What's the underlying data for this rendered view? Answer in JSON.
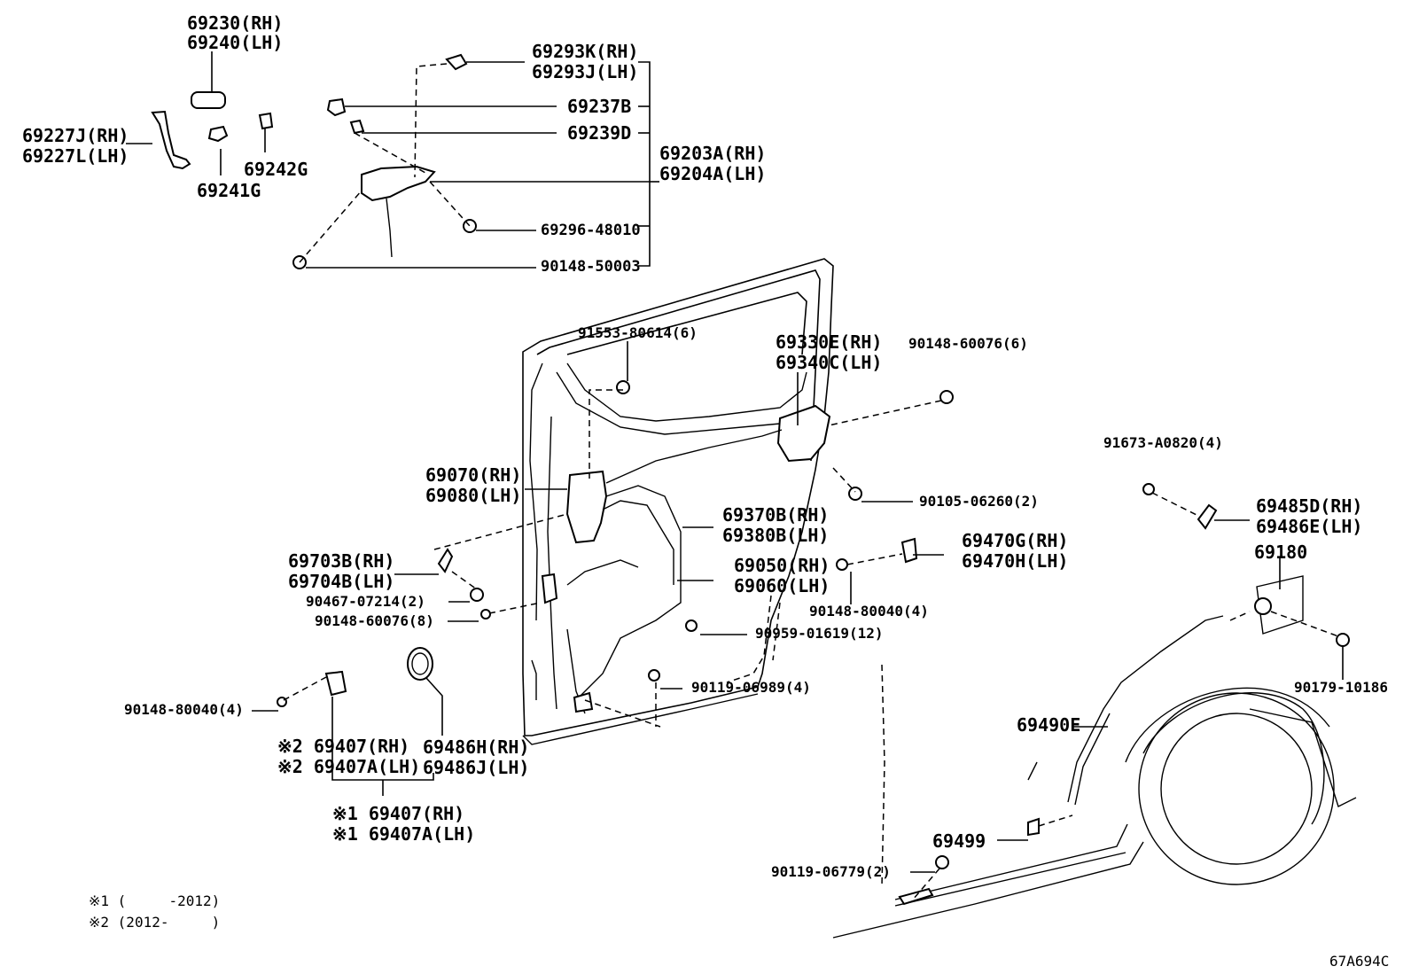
{
  "labels": {
    "p69230": "69230(RH)",
    "p69240": "69240(LH)",
    "p69293K": "69293K(RH)",
    "p69293J": "69293J(LH)",
    "p69237B": "69237B",
    "p69239D": "69239D",
    "p69203A": "69203A(RH)",
    "p69204A": "69204A(LH)",
    "p69227J": "69227J(RH)",
    "p69227L": "69227L(LH)",
    "p69242G": "69242G",
    "p69241G": "69241G",
    "p69296": "69296-48010",
    "p90148_50003": "90148-50003",
    "p91553": "91553-80614(6)",
    "p69330E": "69330E(RH)",
    "p69340C": "69340C(LH)",
    "p90148_60076_6": "90148-60076(6)",
    "p91673": "91673-A0820(4)",
    "p69070": "69070(RH)",
    "p69080": "69080(LH)",
    "p90105": "90105-06260(2)",
    "p69485D": "69485D(RH)",
    "p69486E": "69486E(LH)",
    "p69370B": "69370B(RH)",
    "p69380B": "69380B(LH)",
    "p69180": "69180",
    "p69703B": "69703B(RH)",
    "p69704B": "69704B(LH)",
    "p69050": "69050(RH)",
    "p69060": "69060(LH)",
    "p69470G": "69470G(RH)",
    "p69470H": "69470H(LH)",
    "p90467": "90467-07214(2)",
    "p90148_60076_8": "90148-60076(8)",
    "p90148_80040_a": "90148-80040(4)",
    "p90959": "90959-01619(12)",
    "p90179": "90179-10186",
    "p90119_06989": "90119-06989(4)",
    "p90148_80040_b": "90148-80040(4)",
    "p69490E": "69490E",
    "p69407_rh2": "※2 69407(RH)",
    "p69407A_lh2": "※2 69407A(LH)",
    "p69486H": "69486H(RH)",
    "p69486J": "69486J(LH)",
    "p69407_rh1": "※1 69407(RH)",
    "p69407A_lh1": "※1 69407A(LH)",
    "p69499": "69499",
    "p90119_06779": "90119-06779(2)"
  },
  "notes": {
    "note1": "※1 (     -2012)",
    "note2": "※2 (2012-     )"
  },
  "figure_code": "67A694C"
}
